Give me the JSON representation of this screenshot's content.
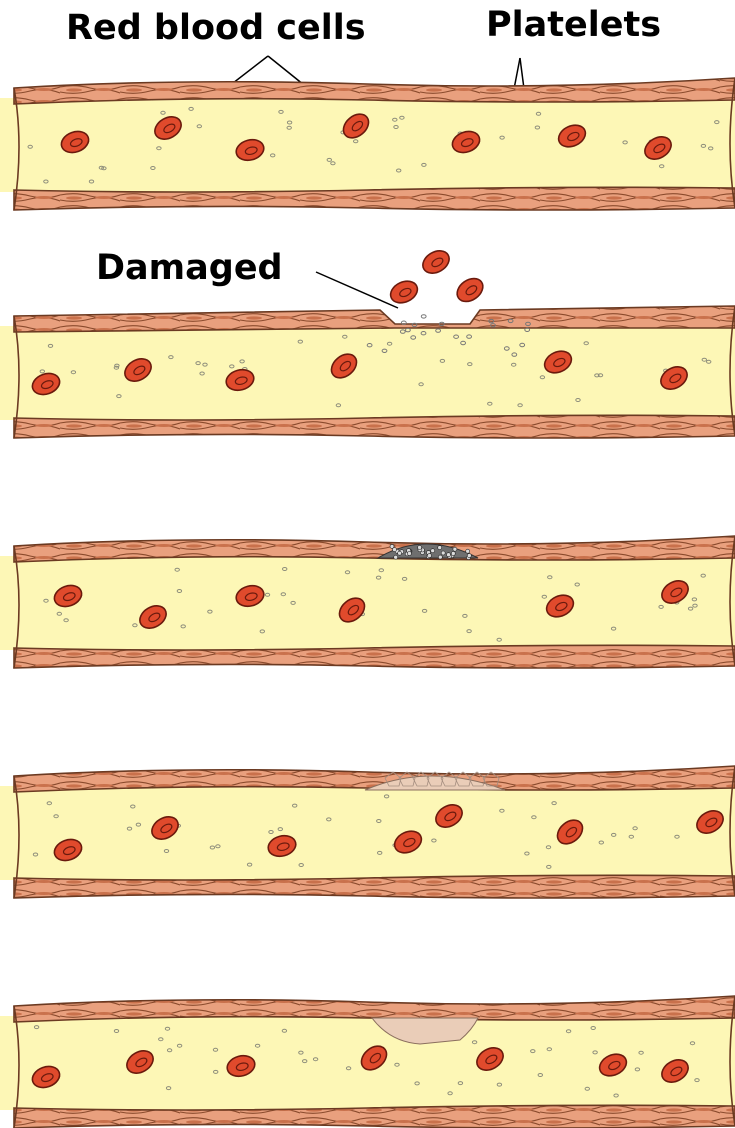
{
  "labels": {
    "red_blood_cells": "Red blood cells",
    "platelets": "Platelets",
    "damaged": "Damaged"
  },
  "colors": {
    "vessel_wall": "#e9a07e",
    "vessel_wall_stroke": "#6b3a22",
    "lumen": "#fdf7b6",
    "rbc_fill": "#e04a2c",
    "rbc_stroke": "#6a1a0d",
    "platelet": "#8c8c7a",
    "platelet_plug": "#6f6f6f",
    "clot": "#eacdb8",
    "clot_stroke": "#8b6f5e"
  },
  "stages": [
    {
      "name": "normal-vessel"
    },
    {
      "name": "damaged-vessel"
    },
    {
      "name": "platelet-plug"
    },
    {
      "name": "clot-formation"
    },
    {
      "name": "healed-vessel"
    }
  ]
}
